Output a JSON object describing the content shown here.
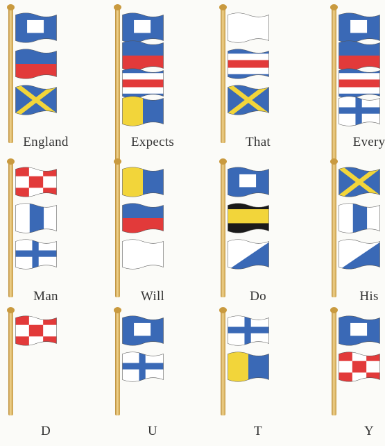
{
  "signals": [
    {
      "word": "England",
      "flags": [
        "P",
        "E",
        "V"
      ]
    },
    {
      "word": "Expects",
      "flags": [
        "P",
        "E",
        "C",
        "Q"
      ]
    },
    {
      "word": "That",
      "flags": [
        "W",
        "C",
        "V"
      ]
    },
    {
      "word": "Every",
      "flags": [
        "P",
        "E",
        "C",
        "X"
      ]
    },
    {
      "word": "Man",
      "flags": [
        "H",
        "T",
        "X"
      ]
    },
    {
      "word": "Will",
      "flags": [
        "Q",
        "E",
        "W"
      ]
    },
    {
      "word": "Do",
      "flags": [
        "P",
        "K",
        "Z"
      ]
    },
    {
      "word": "His",
      "flags": [
        "V",
        "T",
        "Z"
      ]
    },
    {
      "word": "D",
      "flags": [
        "H"
      ]
    },
    {
      "word": "U",
      "flags": [
        "P",
        "X"
      ]
    },
    {
      "word": "T",
      "flags": [
        "X",
        "Q"
      ]
    },
    {
      "word": "Y",
      "flags": [
        "P",
        "H"
      ]
    }
  ],
  "flag_colors": {
    "blue": "#3a69b6",
    "white": "#ffffff",
    "red": "#e23a3a",
    "yellow": "#f2d53a",
    "black": "#1a1a1a",
    "pole": "#d7b064"
  }
}
